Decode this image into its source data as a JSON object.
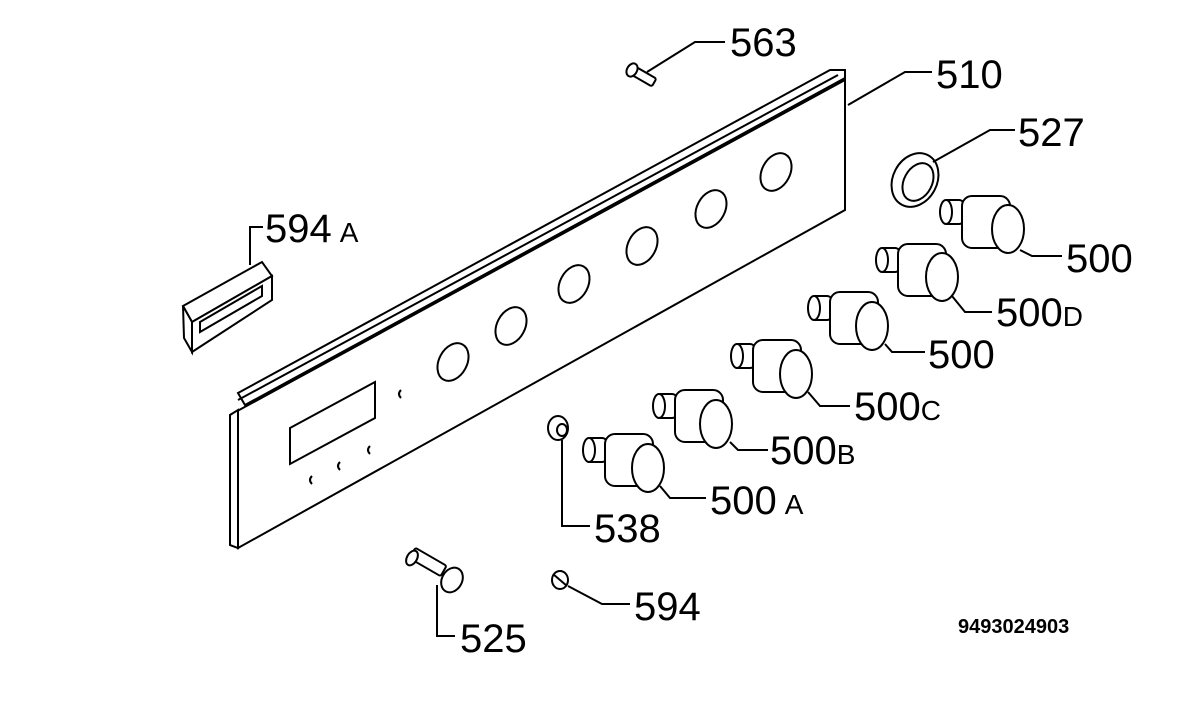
{
  "diagram": {
    "document_number": "9493024903",
    "callouts": {
      "c563": {
        "number": "563",
        "suffix": ""
      },
      "c510": {
        "number": "510",
        "suffix": ""
      },
      "c527": {
        "number": "527",
        "suffix": ""
      },
      "c594a": {
        "number": "594",
        "suffix": "A"
      },
      "c500_1": {
        "number": "500",
        "suffix": ""
      },
      "c500d": {
        "number": "500",
        "suffix": "D"
      },
      "c500_2": {
        "number": "500",
        "suffix": ""
      },
      "c500c": {
        "number": "500",
        "suffix": "C"
      },
      "c500b": {
        "number": "500",
        "suffix": "B"
      },
      "c500a": {
        "number": "500",
        "suffix": "A"
      },
      "c538": {
        "number": "538",
        "suffix": ""
      },
      "c594": {
        "number": "594",
        "suffix": ""
      },
      "c525": {
        "number": "525",
        "suffix": ""
      }
    }
  }
}
